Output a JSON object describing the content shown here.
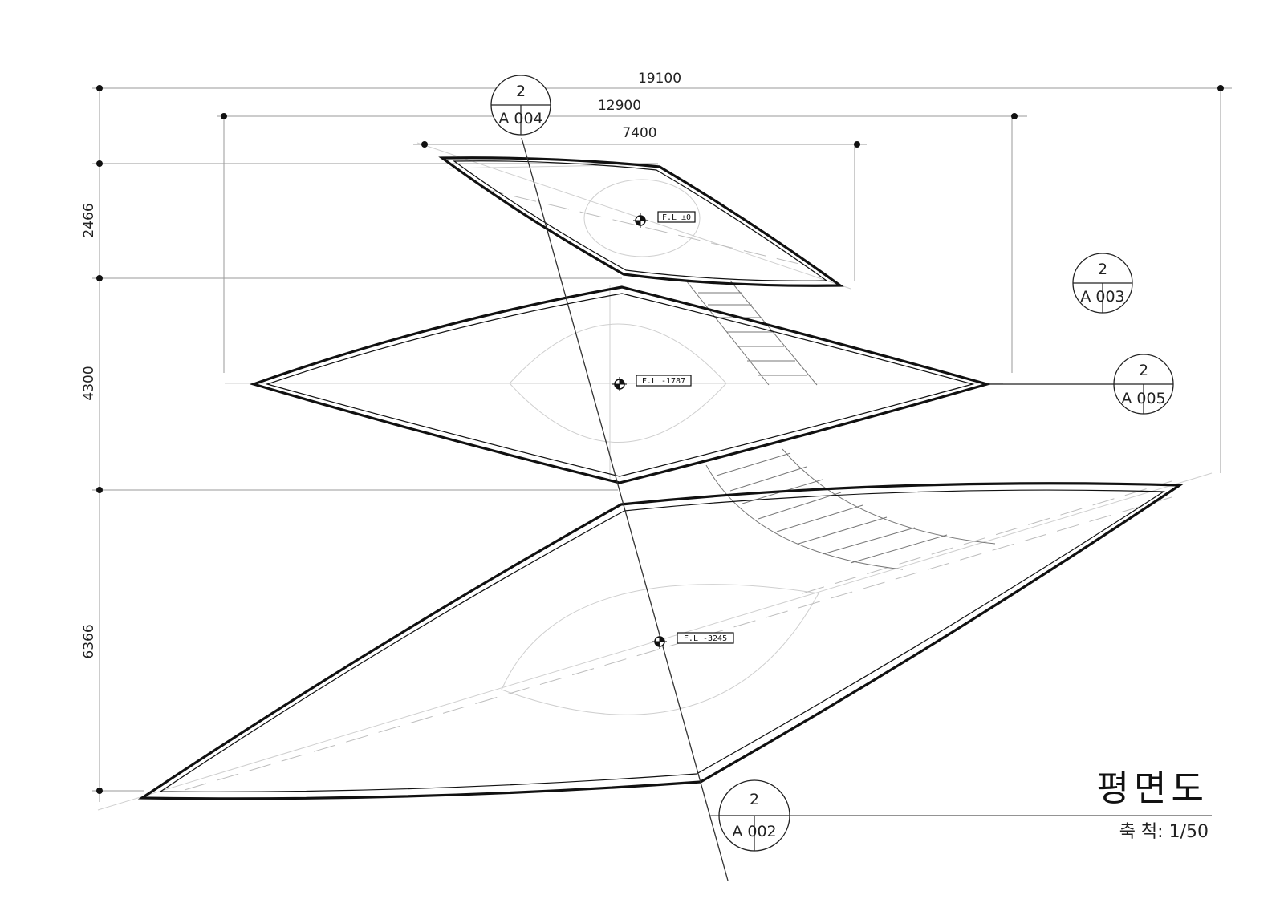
{
  "dimensions": {
    "horizontal": [
      "19100",
      "12900",
      "7400"
    ],
    "vertical": [
      "2466",
      "4300",
      "6366"
    ]
  },
  "section_tags": [
    {
      "number": "2",
      "sheet": "A 004"
    },
    {
      "number": "2",
      "sheet": "A 003"
    },
    {
      "number": "2",
      "sheet": "A 005"
    },
    {
      "number": "2",
      "sheet": "A 002"
    }
  ],
  "floor_levels": [
    "F.L ±0",
    "F.L -1787",
    "F.L -3245"
  ],
  "title": "평면도",
  "scale": "축 척: 1/50"
}
